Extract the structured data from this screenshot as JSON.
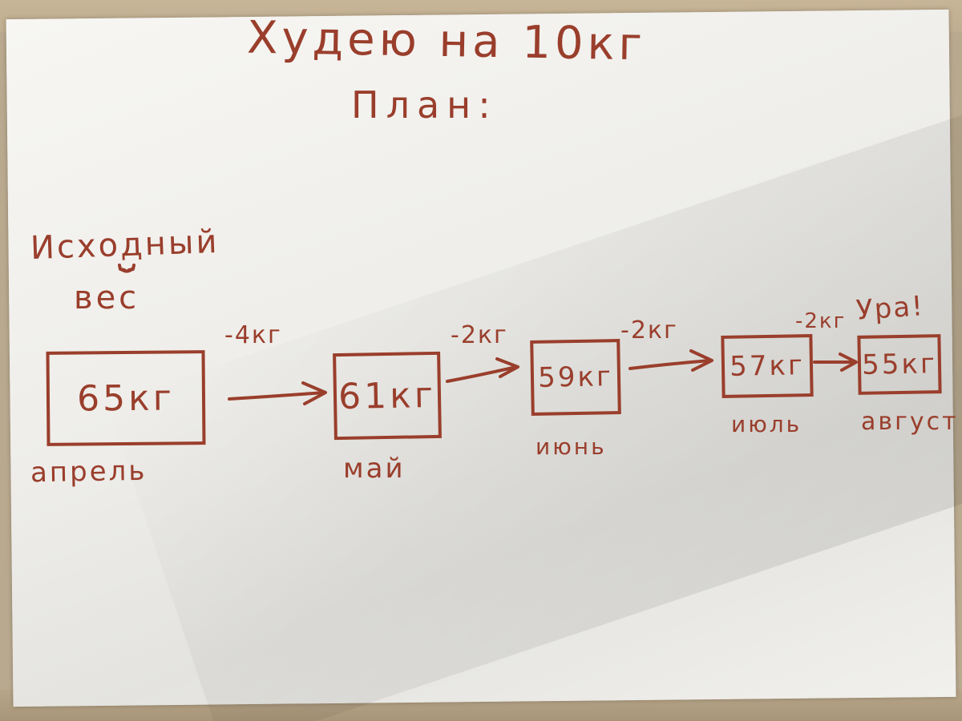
{
  "title": "Худею на 10кг",
  "subtitle": "План:",
  "start_label": [
    "Исходный",
    "вес"
  ],
  "hooray": "Ура!",
  "colors": {
    "ink": "#9a3e2c",
    "paper": "#f3f2ef",
    "table": "#b9a98f"
  },
  "steps": [
    {
      "weight": "65кг",
      "month": "апрель"
    },
    {
      "weight": "61кг",
      "month": "май"
    },
    {
      "weight": "59кг",
      "month": "июнь"
    },
    {
      "weight": "57кг",
      "month": "июль"
    },
    {
      "weight": "55кг",
      "month": "август"
    }
  ],
  "deltas": [
    "-4кг",
    "-2кг",
    "-2кг",
    "-2кг"
  ]
}
